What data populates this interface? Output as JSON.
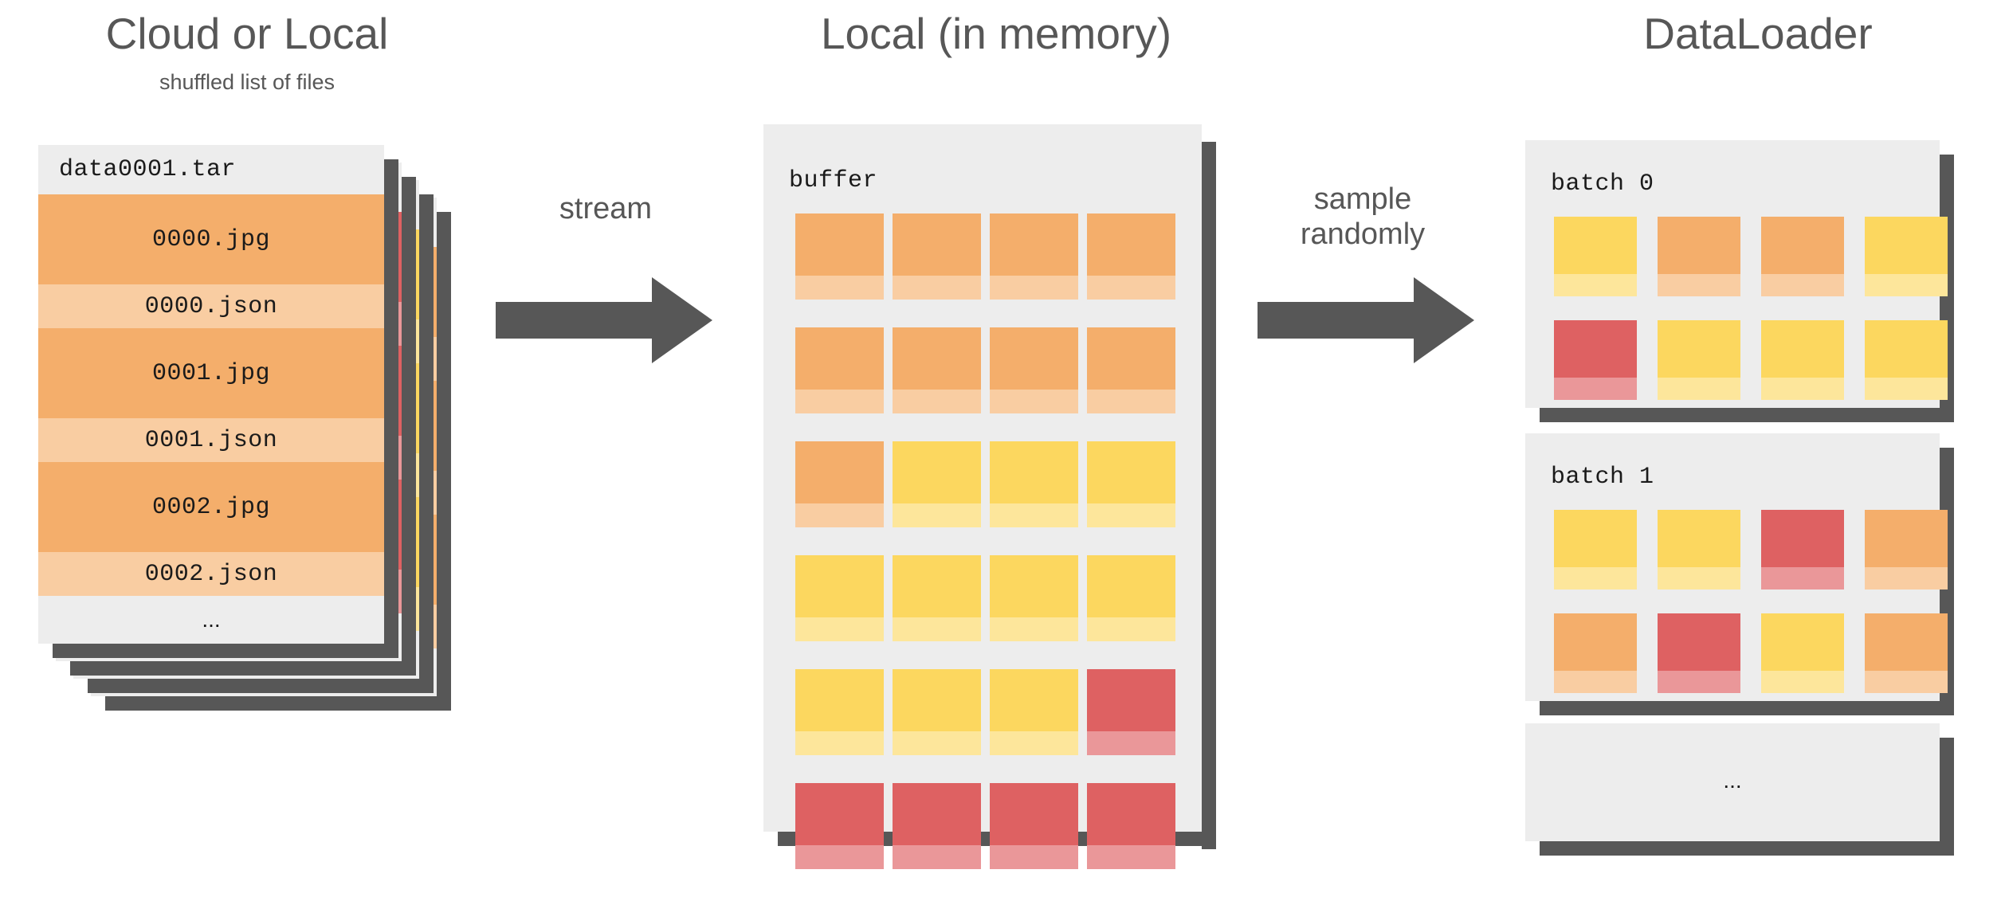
{
  "columns": {
    "left": {
      "title": "Cloud or Local",
      "subtitle": "shuffled list of files",
      "card_label": "data0001.tar",
      "rows": [
        {
          "name": "0000.jpg",
          "kind": "image"
        },
        {
          "name": "0000.json",
          "kind": "meta"
        },
        {
          "name": "0001.jpg",
          "kind": "image"
        },
        {
          "name": "0001.json",
          "kind": "meta"
        },
        {
          "name": "0002.jpg",
          "kind": "image"
        },
        {
          "name": "0002.json",
          "kind": "meta"
        }
      ],
      "ellipsis": "...",
      "stack_count": 3,
      "stack_strip_colors": [
        "orange",
        "yellow",
        "red"
      ]
    },
    "middle": {
      "title": "Local (in memory)",
      "card_label": "buffer",
      "grid": {
        "cols": 4,
        "rows": 6,
        "cells": [
          [
            "orange",
            "orange",
            "orange",
            "orange"
          ],
          [
            "orange",
            "orange",
            "orange",
            "orange"
          ],
          [
            "orange",
            "yellow",
            "yellow",
            "yellow"
          ],
          [
            "yellow",
            "yellow",
            "yellow",
            "yellow"
          ],
          [
            "yellow",
            "yellow",
            "yellow",
            "red"
          ],
          [
            "red",
            "red",
            "red",
            "red"
          ]
        ]
      }
    },
    "right": {
      "title": "DataLoader",
      "batches": [
        {
          "label": "batch 0",
          "grid": {
            "cols": 4,
            "rows": 2,
            "cells": [
              [
                "yellow",
                "orange",
                "orange",
                "yellow"
              ],
              [
                "red",
                "yellow",
                "yellow",
                "yellow"
              ]
            ]
          }
        },
        {
          "label": "batch 1",
          "grid": {
            "cols": 4,
            "rows": 2,
            "cells": [
              [
                "yellow",
                "yellow",
                "red",
                "orange"
              ],
              [
                "orange",
                "red",
                "yellow",
                "orange"
              ]
            ]
          }
        }
      ],
      "ellipsis_panel": "..."
    }
  },
  "arrows": [
    {
      "label": "stream",
      "name": "stream-arrow"
    },
    {
      "label": "sample\nrandomly",
      "name": "sample-randomly-arrow"
    }
  ],
  "colors": {
    "orange": "#F4AE6B",
    "orange_light": "#F9CDA2",
    "yellow": "#FCD75F",
    "yellow_light": "#FDE69B",
    "red": "#DE6162",
    "red_light": "#EA9799",
    "panel_bg": "#EDEDED",
    "shadow": "#575757",
    "text": "#575757",
    "mono_text": "#1A1A1A",
    "page_bg": "#FFFFFF"
  }
}
